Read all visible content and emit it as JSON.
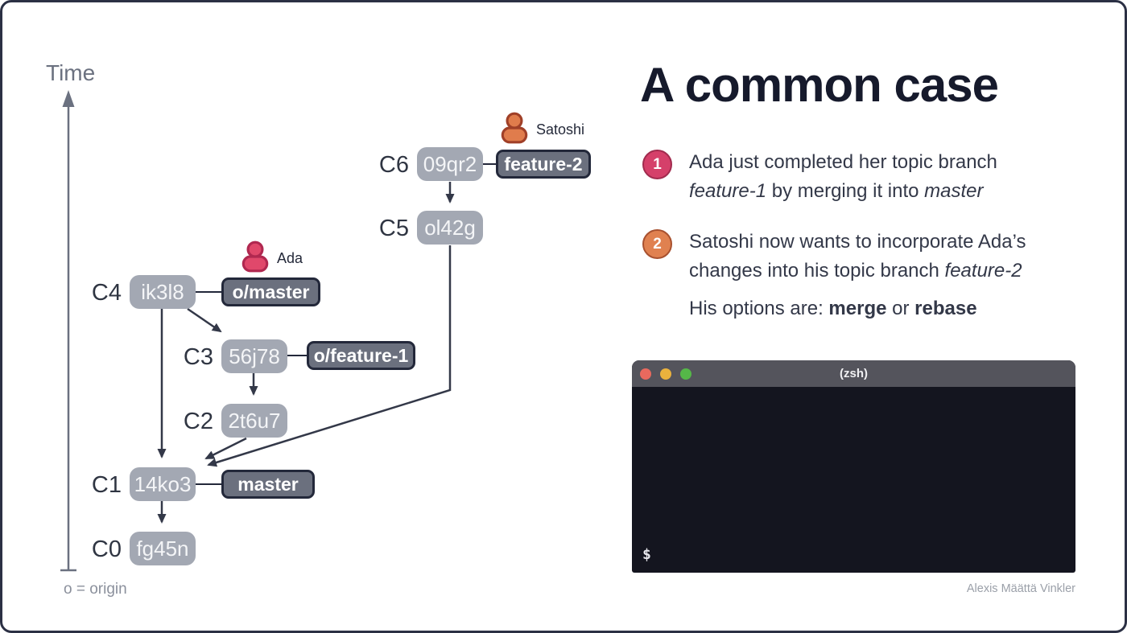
{
  "diagram": {
    "time_axis_label": "Time",
    "origin_note": "o = origin",
    "commits": {
      "c6": {
        "label": "C6",
        "hash": "09qr2"
      },
      "c5": {
        "label": "C5",
        "hash": "ol42g"
      },
      "c4": {
        "label": "C4",
        "hash": "ik3l8"
      },
      "c3": {
        "label": "C3",
        "hash": "56j78"
      },
      "c2": {
        "label": "C2",
        "hash": "2t6u7"
      },
      "c1": {
        "label": "C1",
        "hash": "14ko3"
      },
      "c0": {
        "label": "C0",
        "hash": "fg45n"
      }
    },
    "branch_tags": {
      "feature2": {
        "label": "feature-2"
      },
      "omaster": {
        "label": "o/master"
      },
      "ofeature1": {
        "label": "o/feature-1"
      },
      "master": {
        "label": "master"
      }
    },
    "avatars": {
      "ada": {
        "name": "Ada",
        "color": "#e0486b",
        "stroke": "#b02850"
      },
      "satoshi": {
        "name": "Satoshi",
        "color": "#e07c4c",
        "stroke": "#a04028"
      }
    }
  },
  "content": {
    "title": "A common case",
    "items": [
      {
        "number": "1",
        "line1": "Ada just completed her topic branch",
        "line2_em1": "feature-1",
        "line2_mid": " by merging it into ",
        "line2_em2": "master"
      },
      {
        "number": "2",
        "line1": "Satoshi now wants to incorporate Ada’s",
        "line2_pre": "changes into his topic branch ",
        "line2_em": "feature-2"
      }
    ],
    "options_line": {
      "prefix": "His options are: ",
      "option1": "merge",
      "middle": " or ",
      "option2": "rebase"
    }
  },
  "terminal": {
    "title": "(zsh)",
    "prompt": "$",
    "traffic_light_colors": [
      "#e9695e",
      "#eab23d",
      "#55b848"
    ]
  },
  "credit": "Alexis Määttä Vinkler",
  "colors": {
    "accent_pink": "#d5406a",
    "accent_pink_border": "#a12b4e",
    "accent_orange": "#e08150",
    "accent_orange_border": "#a8512f",
    "commit_box": "#a3a8b3",
    "branch_tag": "#6b707e",
    "branch_tag_border": "#23283a",
    "edge": "#333848",
    "title_text": "#161a2c",
    "body_text": "#333848",
    "axis_gray": "#6b7180",
    "muted_gray": "#8b909c",
    "terminal_titlebar": "#54545c",
    "terminal_body": "#14151f",
    "traffic_red": "#e9695e",
    "traffic_yellow": "#eab23d",
    "traffic_green": "#55b848",
    "slide_border": "#2b3044"
  }
}
